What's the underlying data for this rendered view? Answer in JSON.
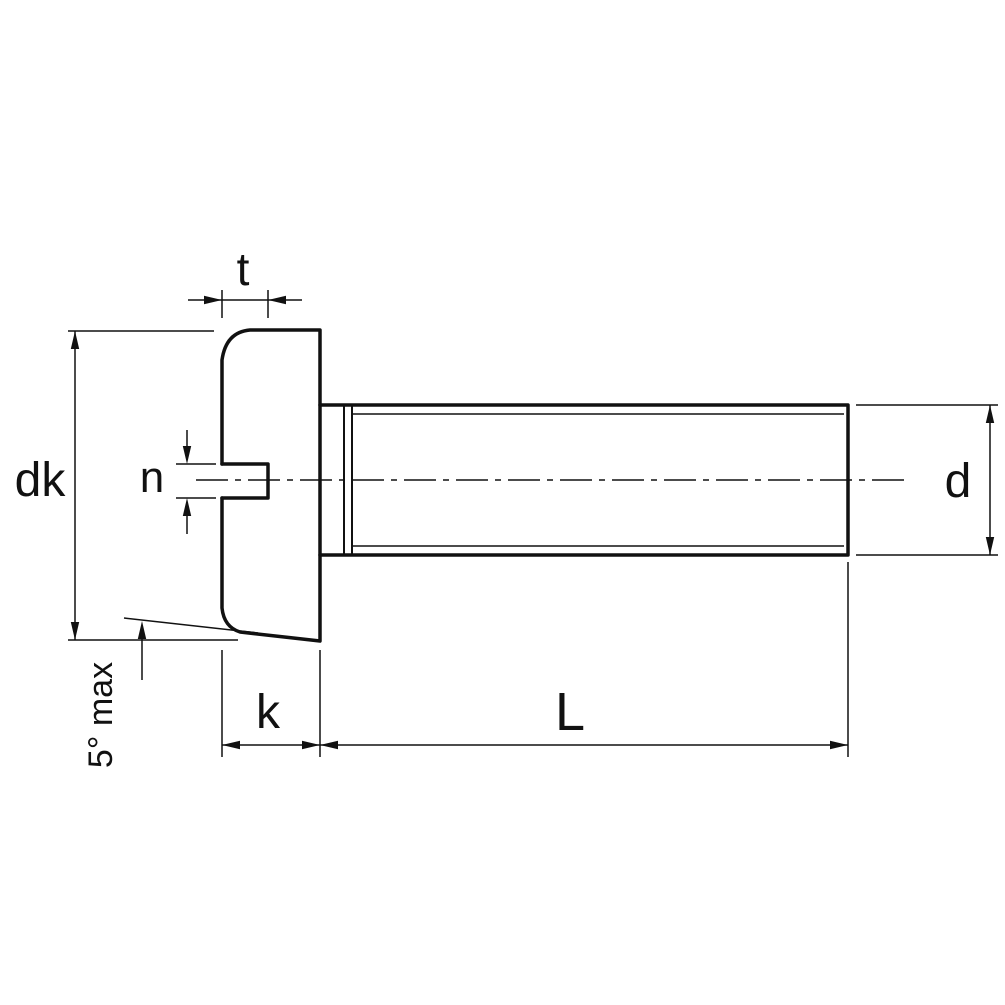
{
  "drawing": {
    "colors": {
      "line": "#111111",
      "background": "#ffffff"
    },
    "labels": {
      "t": "t",
      "dk": "dk",
      "n": "n",
      "k": "k",
      "L": "L",
      "d": "d",
      "angle": "5° max"
    }
  }
}
